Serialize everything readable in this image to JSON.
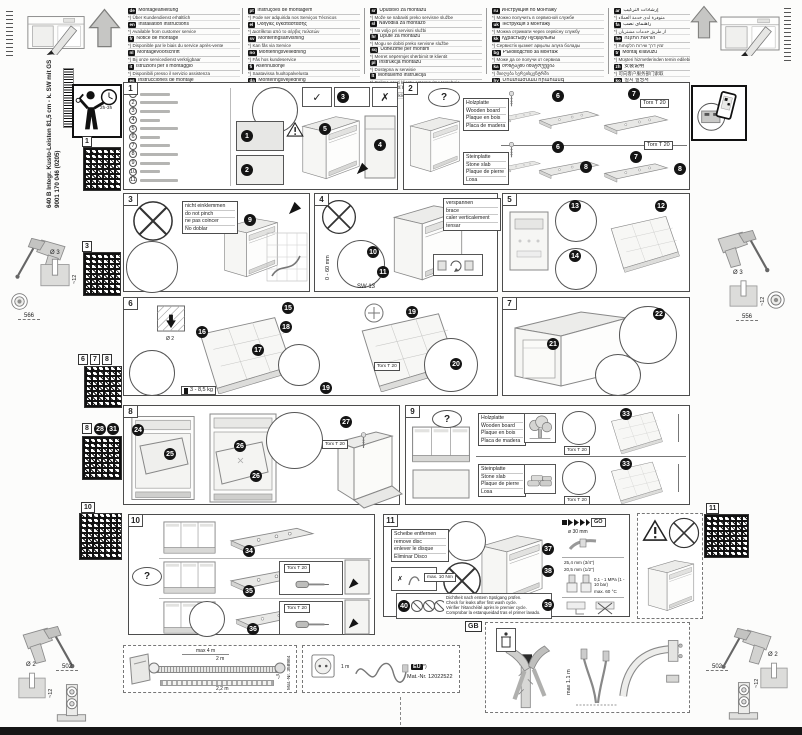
{
  "page": {
    "model": "640 B Integr. Kusto-Leisten 81,5 cm - k. SW mit GS",
    "order_no": "9001 170 046 (0205)",
    "time": "2h-3h"
  },
  "legend": {
    "col1": [
      {
        "code": "de",
        "title": "Montageanleitung",
        "note": "*) Über Kundendienst erhältlich"
      },
      {
        "code": "en",
        "title": "Installation instructions",
        "note": "*) Available from customer service"
      },
      {
        "code": "fr",
        "title": "Notice de montage",
        "note": "*) Disponible par le biais du service après-vente"
      },
      {
        "code": "nl",
        "title": "Montagevoorschrift",
        "note": "*) Bij onze servicedienst verkrijgbaar"
      },
      {
        "code": "it",
        "title": "Istruzioni per il montaggio",
        "note": "*) Disponibili presso il servizio assistenza"
      },
      {
        "code": "es",
        "title": "Instrucciones de montaje",
        "note": "*) Disponible a través del Servicio Técnico"
      }
    ],
    "col2": [
      {
        "code": "pt",
        "title": "Instruções de montagem",
        "note": "*) Pode ser adquirida nos Serviços Técnicos"
      },
      {
        "code": "el",
        "title": "Οδηγίες εγκατάστασης",
        "note": "*) Διατίθεται από το σέρβις πελατών"
      },
      {
        "code": "sv",
        "title": "Monteringsanvisning",
        "note": "*) Kan fås via Service"
      },
      {
        "code": "no",
        "title": "Monteringsveiledning",
        "note": "*) Fås hos kundeservice"
      },
      {
        "code": "fi",
        "title": "Asennusohje",
        "note": "*) Saatavissa huoltopalvelusta"
      },
      {
        "code": "da",
        "title": "Monteringsvejledning",
        "note": "*) Kan fås hos kundeservice"
      }
    ],
    "col3": [
      {
        "code": "sr",
        "title": "Uputstvo za montažu",
        "note": "*) Može se nabaviti preko servisne službe"
      },
      {
        "code": "sl",
        "title": "Navodila za montažo",
        "note": "*) Na voljo pri servisni službi"
      },
      {
        "code": "hr",
        "title": "Upute za montažu",
        "note": "*) Mogu se dobiti preko servisne službe"
      },
      {
        "code": "sq",
        "title": "Udhëzime për montim",
        "note": "*) Merret nëpërmjet shërbimit të klientit"
      },
      {
        "code": "pl",
        "title": "Instrukcja montażu",
        "note": "*) Dostępna w serwisie"
      },
      {
        "code": "lt",
        "title": "Montavimo instrukcija",
        "note": "*) Galima gauti klientų aptarnavimo tarnyboje"
      },
      {
        "code": "lv",
        "title": "Montāžas instrukcija",
        "note": "*) Var saņemt klientu servisā"
      }
    ],
    "col4": [
      {
        "code": "ru",
        "title": "Инструкция по монтажу",
        "note": "*) Можно получить в сервисной службе"
      },
      {
        "code": "uk",
        "title": "Інструкція з монтажу",
        "note": "*) Можна отримати через сервісну службу"
      },
      {
        "code": "kk",
        "title": "Құрастыру нұсқаулығы",
        "note": "*) Сервистік қызмет арқылы алуға болады"
      },
      {
        "code": "bg",
        "title": "Ръководство за монтаж",
        "note": "*) Може да се получи от сервиза"
      },
      {
        "code": "ka",
        "title": "მონტაჟის ინსტრუქცია",
        "note": "*) მიიღება სერვისცენტრში"
      },
      {
        "code": "hy",
        "title": "Մոնտաժման հրահանգ",
        "note": "*) Տրամադրվում է սպասարկման կենտրոնից"
      }
    ],
    "col5": [
      {
        "code": "ar",
        "title": "إرشادات التركيب",
        "note": "*) متوفرة لدى خدمة العملاء"
      },
      {
        "code": "fa",
        "title": "راهنمای نصب",
        "note": "*) از طریق خدمات مشتریان"
      },
      {
        "code": "he",
        "title": "הוראות התקנה",
        "note": "*) זמין דרך שירות הלקוחות"
      },
      {
        "code": "tr",
        "title": "Montaj kılavuzu",
        "note": "*) Müşteri hizmetlerinden temin edilebilir"
      },
      {
        "code": "zh",
        "title": "安装说明",
        "note": "*) 可向客户服务部门索取"
      },
      {
        "code": "ko",
        "title": "설치 설명서",
        "note": "*) 고객 서비스 센터 제공"
      }
    ]
  },
  "panels": {
    "p1": {
      "label": "1",
      "parts": [
        "1",
        "2",
        "3",
        "4",
        "5",
        "6",
        "7",
        "8",
        "9",
        "10",
        "11"
      ],
      "s1": "1",
      "s2": "2",
      "s3": "3",
      "s4": "4",
      "s5": "5",
      "ok": "✓",
      "bad": "✗"
    },
    "p2": {
      "label": "2",
      "question": "?",
      "torx": "Torx T 20",
      "s6": "6",
      "s7": "7",
      "s8": "8",
      "wood": [
        "Holzplatte",
        "Wooden board",
        "Plaque en bois",
        "Placa de madera"
      ],
      "stone": [
        "Steinplatte",
        "Stone slab",
        "Plaque de pierre",
        "Losa"
      ]
    },
    "p3": {
      "label": "3",
      "s9": "9",
      "note": [
        "nicht einklemmen",
        "do not pinch",
        "ne pas coincer",
        "No doblar"
      ]
    },
    "p4": {
      "label": "4",
      "s10": "10",
      "s11": "11",
      "sw": "SW 13",
      "range": "0 - 60 mm",
      "note": [
        "verspannen",
        "brace",
        "caler verticalement",
        "tensar"
      ]
    },
    "p5": {
      "label": "5",
      "s12": "12",
      "s13": "13",
      "s14": "14"
    },
    "p6": {
      "label": "6",
      "s15": "15",
      "s16": "16",
      "s17": "17",
      "s18": "18",
      "s19": "19",
      "s20": "20",
      "weight": "3 - 8,5 kg",
      "torx": "Torx T 20",
      "drill": "Ø 2"
    },
    "p7": {
      "label": "7",
      "s21": "21",
      "s22": "22"
    },
    "p8": {
      "label": "8",
      "s24": "24",
      "s25": "25",
      "s26": "26",
      "s27": "27",
      "torx": "Torx T 20"
    },
    "p9": {
      "label": "9",
      "question": "?",
      "torx": "Torx T 20",
      "s33": "33",
      "wood": [
        "Holzplatte",
        "Wooden board",
        "Plaque en bois",
        "Placa de madera"
      ],
      "stone": [
        "Steinplatte",
        "Stone slab",
        "Plaque de pierre",
        "Losa"
      ]
    },
    "p10": {
      "label": "10",
      "question": "?",
      "s34": "34",
      "s35": "35",
      "s36": "36",
      "torx": "Torx T 20"
    },
    "p11": {
      "label": "11",
      "s37": "37",
      "s38": "38",
      "s39": "39",
      "s40": "40",
      "go": "GO",
      "disc": [
        "Scheibe entfernen",
        "remove disc",
        "enlever le disque",
        "Eliminar Disco"
      ],
      "max_torque": "max. 10 Nm",
      "dia": "ø 30 mm",
      "conn1": "25,4 mm (3/4\")",
      "conn2": "20,5 mm (1/2\")",
      "pressure": "0,1 - 1 MPa (1 - 10 bar)",
      "temp": "max. 60 °C",
      "ok": "✓",
      "bad": "✗",
      "leak": [
        "Dichtheit nach erstem Spülgang prüfen.",
        "Check for leaks after first wash cycle.",
        "Vérifier l'étanchéité après le premier cycle.",
        "Comprobar la estanqueidad tras el primer lavado."
      ]
    },
    "gb": {
      "label": "GB",
      "max_len": "max 1.1 m"
    },
    "hose": {
      "max": "max 4 m",
      "l2": "2 m",
      "l3": "2,2 m",
      "star": "*)",
      "mat": "Mat.-Nr. 358984"
    },
    "power": {
      "len": "1 m",
      "region": "EU",
      "star": "*)",
      "mat": "Mat.-Nr. 12022522"
    }
  },
  "margin_left": {
    "qr1": "1",
    "qr3": "3",
    "qr6": "6",
    "qr7": "7",
    "qr8": "8",
    "qr8lab": "8",
    "s28": "28",
    "s31": "31",
    "qr10": "10",
    "dia3": "Ø 3",
    "dia2": "Ø 2",
    "depth": "~12",
    "d566": "566",
    "d502": "502"
  },
  "margin_right": {
    "qr11": "11",
    "dia3": "Ø 3",
    "dia2": "Ø 2",
    "depth": "~12",
    "d556": "556",
    "d502": "502"
  }
}
